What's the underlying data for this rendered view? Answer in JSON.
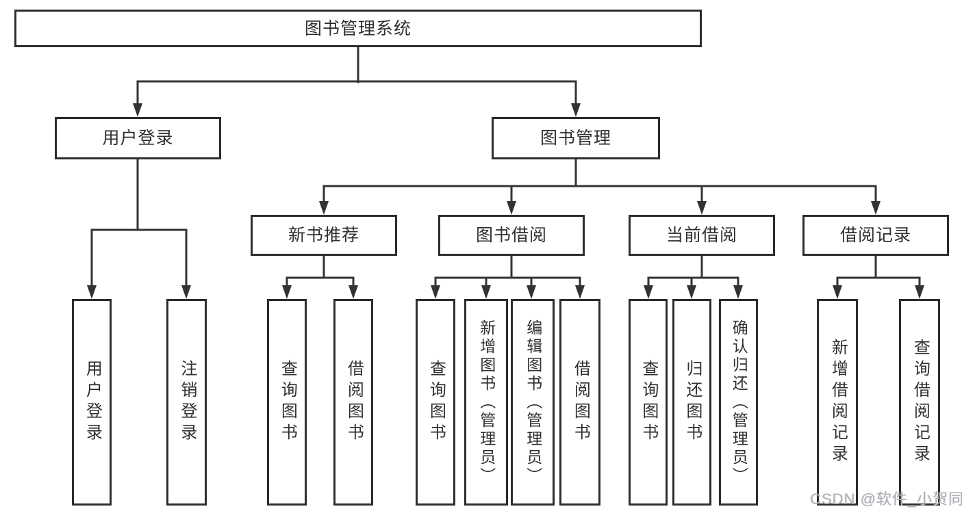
{
  "root": {
    "label": "图书管理系统"
  },
  "branches": {
    "user_login": {
      "label": "用户登录",
      "children": [
        {
          "label": "用户登录"
        },
        {
          "label": "注销登录"
        }
      ]
    },
    "book_mgmt": {
      "label": "图书管理",
      "sections": [
        {
          "label": "新书推荐",
          "children": [
            {
              "label": "查询图书"
            },
            {
              "label": "借阅图书"
            }
          ]
        },
        {
          "label": "图书借阅",
          "children": [
            {
              "label": "查询图书"
            },
            {
              "label": "新增图书（管理员）"
            },
            {
              "label": "编辑图书（管理员）"
            },
            {
              "label": "借阅图书"
            }
          ]
        },
        {
          "label": "当前借阅",
          "children": [
            {
              "label": "查询图书"
            },
            {
              "label": "归还图书"
            },
            {
              "label": "确认归还（管理员）"
            }
          ]
        },
        {
          "label": "借阅记录",
          "children": [
            {
              "label": "新增借阅记录"
            },
            {
              "label": "查询借阅记录"
            }
          ]
        }
      ]
    }
  },
  "watermark": {
    "text": "CSDN @软件_小贺同学"
  },
  "colors": {
    "line": "#333333",
    "box_border": "#2d2d2d",
    "text": "#2f2f2f",
    "watermark": "#aeaeb4",
    "background": "#ffffff"
  }
}
